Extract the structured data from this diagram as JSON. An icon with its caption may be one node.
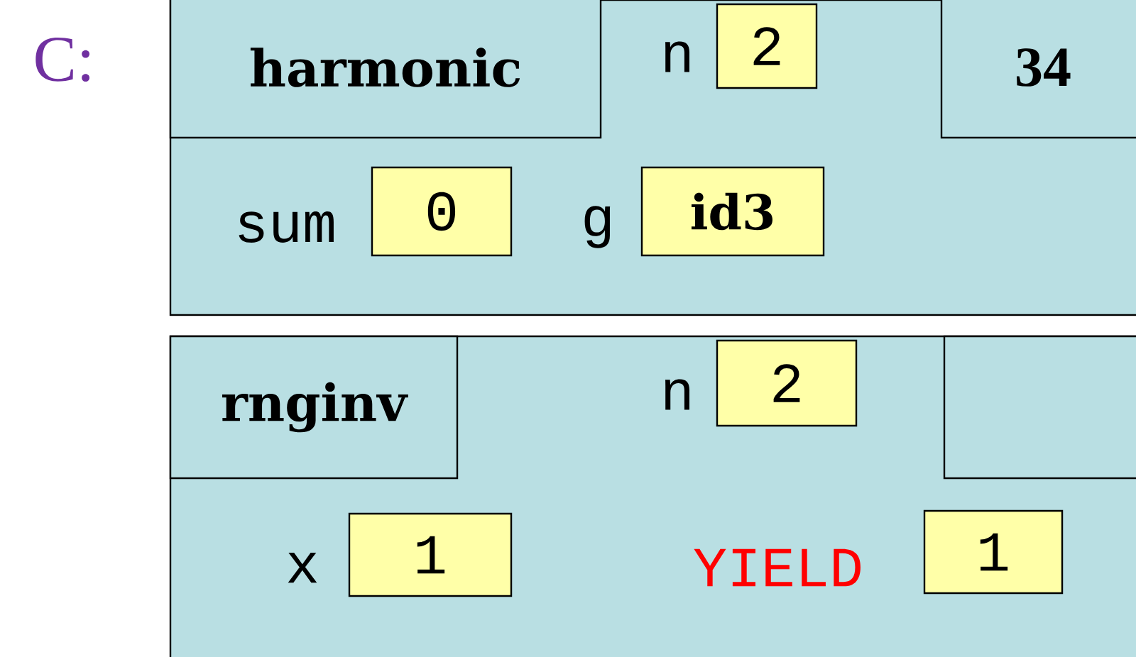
{
  "diagram": {
    "nodes": [
      {
        "text": [],
        "shape": "box"
      },
      {
        "text": [
          "harmonic"
        ],
        "in": 0
      },
      {
        "text": [
          "2"
        ],
        "in": 0,
        "beside": [
          "n"
        ]
      },
      {
        "text": [
          "34"
        ],
        "in": 0
      },
      {
        "text": [
          "0"
        ],
        "in": 0,
        "beside": [
          "sum"
        ]
      },
      {
        "text": [
          "id3"
        ],
        "in": 0,
        "beside": [
          "g"
        ]
      },
      {
        "text": [],
        "shape": "box"
      },
      {
        "text": [
          "rnginv"
        ],
        "in": 6
      },
      {
        "text": [
          "2"
        ],
        "in": 6,
        "beside": [
          "n"
        ]
      },
      {
        "text": [],
        "shape": "box",
        "in": 6
      },
      {
        "text": [
          "1"
        ],
        "in": 6,
        "beside": [
          "x"
        ]
      },
      {
        "text": [
          "1"
        ],
        "in": 6,
        "beside": [
          "YIELD"
        ]
      }
    ],
    "labels": [
      "C:"
    ]
  }
}
